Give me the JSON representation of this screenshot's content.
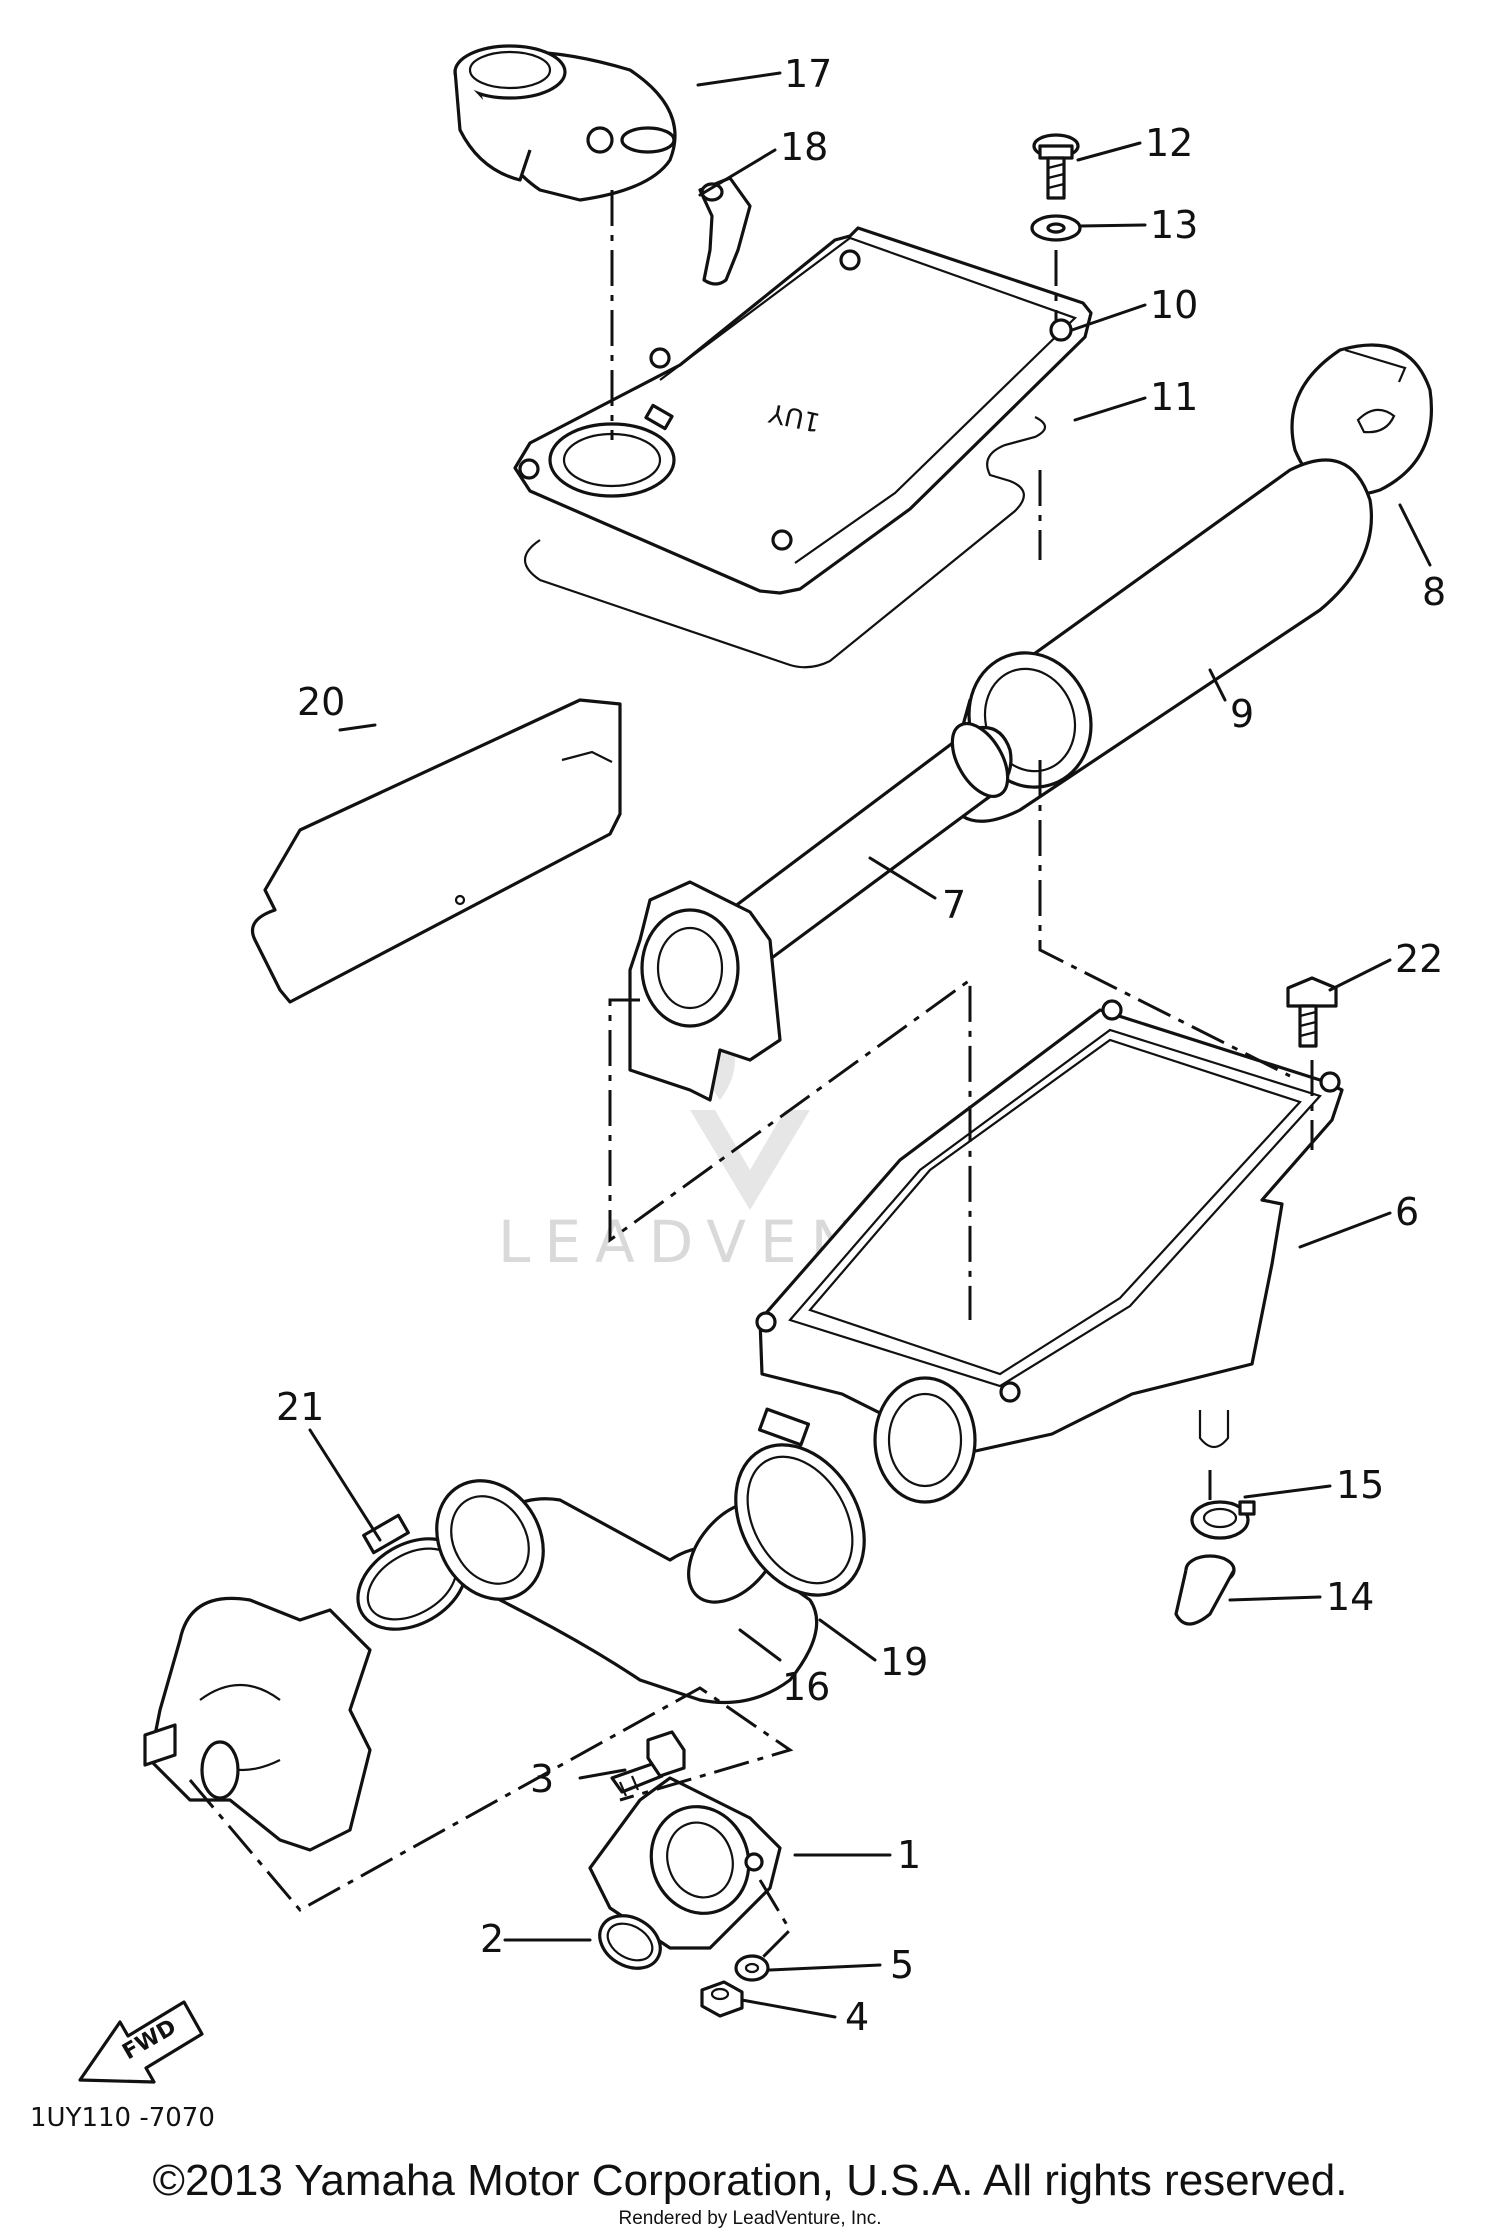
{
  "diagram": {
    "callouts": [
      {
        "id": "1",
        "label": "1"
      },
      {
        "id": "2",
        "label": "2"
      },
      {
        "id": "3",
        "label": "3"
      },
      {
        "id": "4",
        "label": "4"
      },
      {
        "id": "5",
        "label": "5"
      },
      {
        "id": "6",
        "label": "6"
      },
      {
        "id": "7",
        "label": "7"
      },
      {
        "id": "8",
        "label": "8"
      },
      {
        "id": "9",
        "label": "9"
      },
      {
        "id": "10",
        "label": "10"
      },
      {
        "id": "11",
        "label": "11"
      },
      {
        "id": "12",
        "label": "12"
      },
      {
        "id": "13",
        "label": "13"
      },
      {
        "id": "14",
        "label": "14"
      },
      {
        "id": "15",
        "label": "15"
      },
      {
        "id": "16",
        "label": "16"
      },
      {
        "id": "17",
        "label": "17"
      },
      {
        "id": "18",
        "label": "18"
      },
      {
        "id": "19",
        "label": "19"
      },
      {
        "id": "20",
        "label": "20"
      },
      {
        "id": "21",
        "label": "21"
      },
      {
        "id": "22",
        "label": "22"
      }
    ],
    "cover_marking": "1UY",
    "fwd_label": "FWD",
    "drawing_code": "1UY110 -7070",
    "watermark": "LEADVENTURE"
  },
  "footer": {
    "copyright": "©2013 Yamaha Motor Corporation, U.S.A. All rights reserved.",
    "rendered_by": "Rendered by LeadVenture, Inc."
  }
}
